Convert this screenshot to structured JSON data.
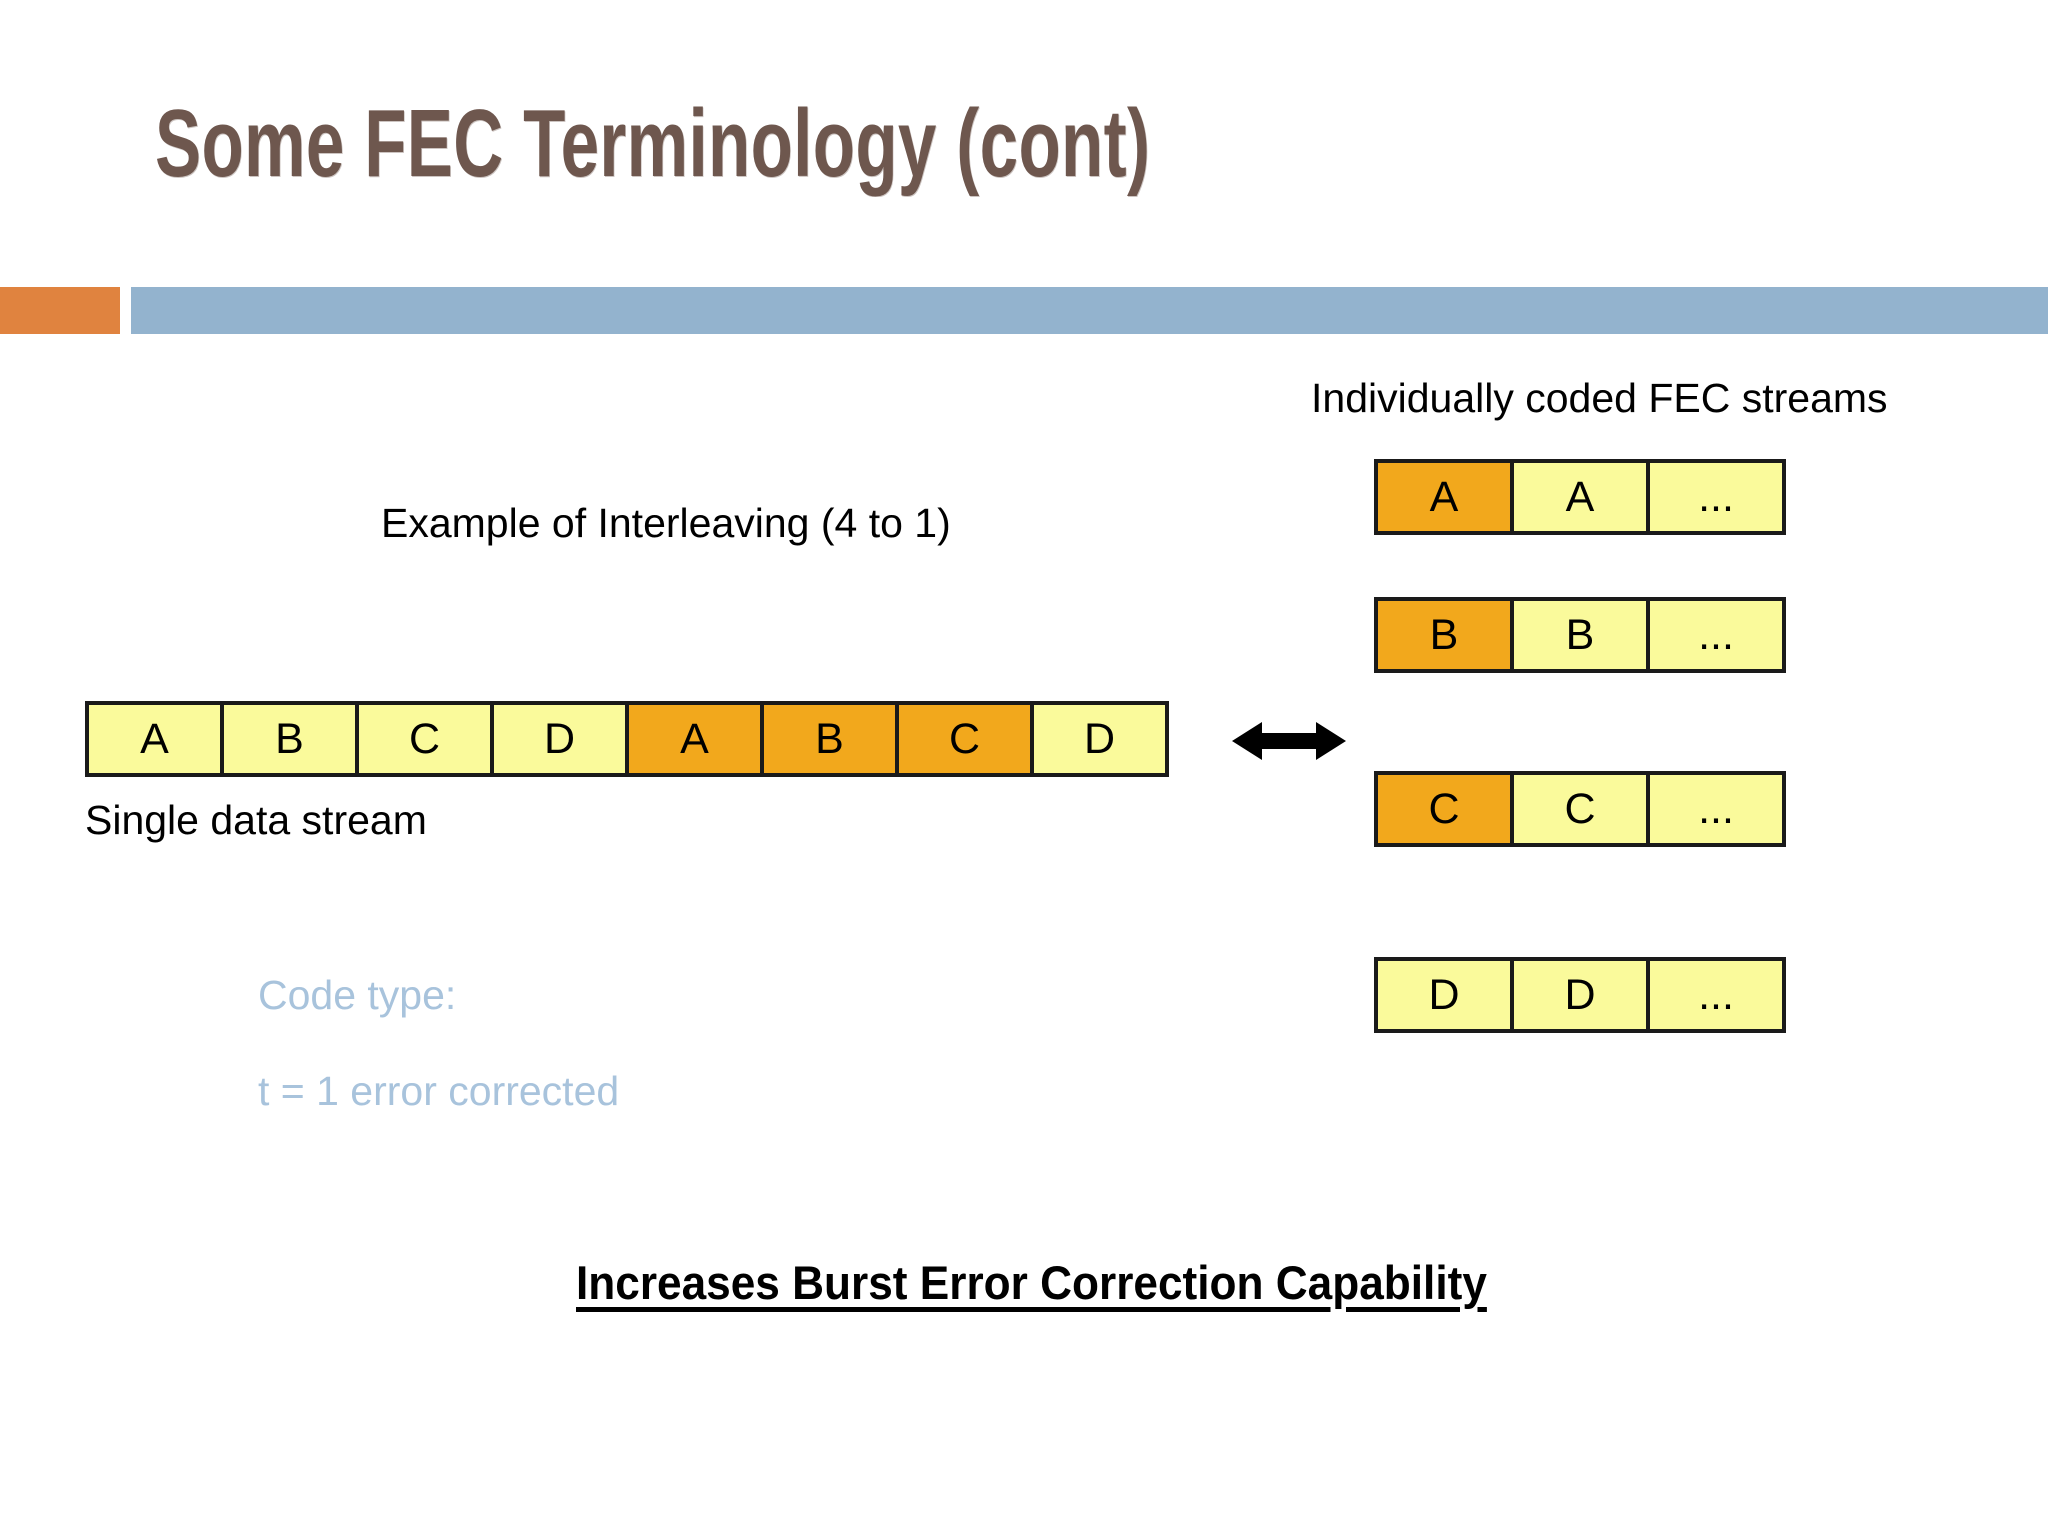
{
  "slide": {
    "title": "Some FEC Terminology (cont)",
    "conclusion": "Increases Burst Error Correction Capability"
  },
  "colors": {
    "title": "#6E574E",
    "accent_bar": "#E0833F",
    "header_bar": "#93B3CE",
    "cell_normal": "#FAFA9B",
    "cell_highlight": "#F2A81C",
    "muted_text": "#A8C3DC",
    "cell_border": "#1A1A1A"
  },
  "labels": {
    "fec_streams": "Individually coded FEC streams",
    "interleaving": "Example of Interleaving (4 to 1)",
    "single_stream": "Single data stream",
    "code_type": "Code type:",
    "t_value": "t = 1 error corrected"
  },
  "single_stream": {
    "cells": [
      {
        "text": "A",
        "highlight": false
      },
      {
        "text": "B",
        "highlight": false
      },
      {
        "text": "C",
        "highlight": false
      },
      {
        "text": "D",
        "highlight": false
      },
      {
        "text": "A",
        "highlight": true
      },
      {
        "text": "B",
        "highlight": true
      },
      {
        "text": "C",
        "highlight": true
      },
      {
        "text": "D",
        "highlight": false
      }
    ]
  },
  "fec_streams": [
    {
      "name": "A",
      "cells": [
        {
          "text": "A",
          "highlight": true
        },
        {
          "text": "A",
          "highlight": false
        },
        {
          "text": "...",
          "highlight": false
        }
      ]
    },
    {
      "name": "B",
      "cells": [
        {
          "text": "B",
          "highlight": true
        },
        {
          "text": "B",
          "highlight": false
        },
        {
          "text": "...",
          "highlight": false
        }
      ]
    },
    {
      "name": "C",
      "cells": [
        {
          "text": "C",
          "highlight": true
        },
        {
          "text": "C",
          "highlight": false
        },
        {
          "text": "...",
          "highlight": false
        }
      ]
    },
    {
      "name": "D",
      "cells": [
        {
          "text": "D",
          "highlight": false
        },
        {
          "text": "D",
          "highlight": false
        },
        {
          "text": "...",
          "highlight": false
        }
      ]
    }
  ],
  "arrow": {
    "icon": "double-arrow-horizontal-icon"
  }
}
